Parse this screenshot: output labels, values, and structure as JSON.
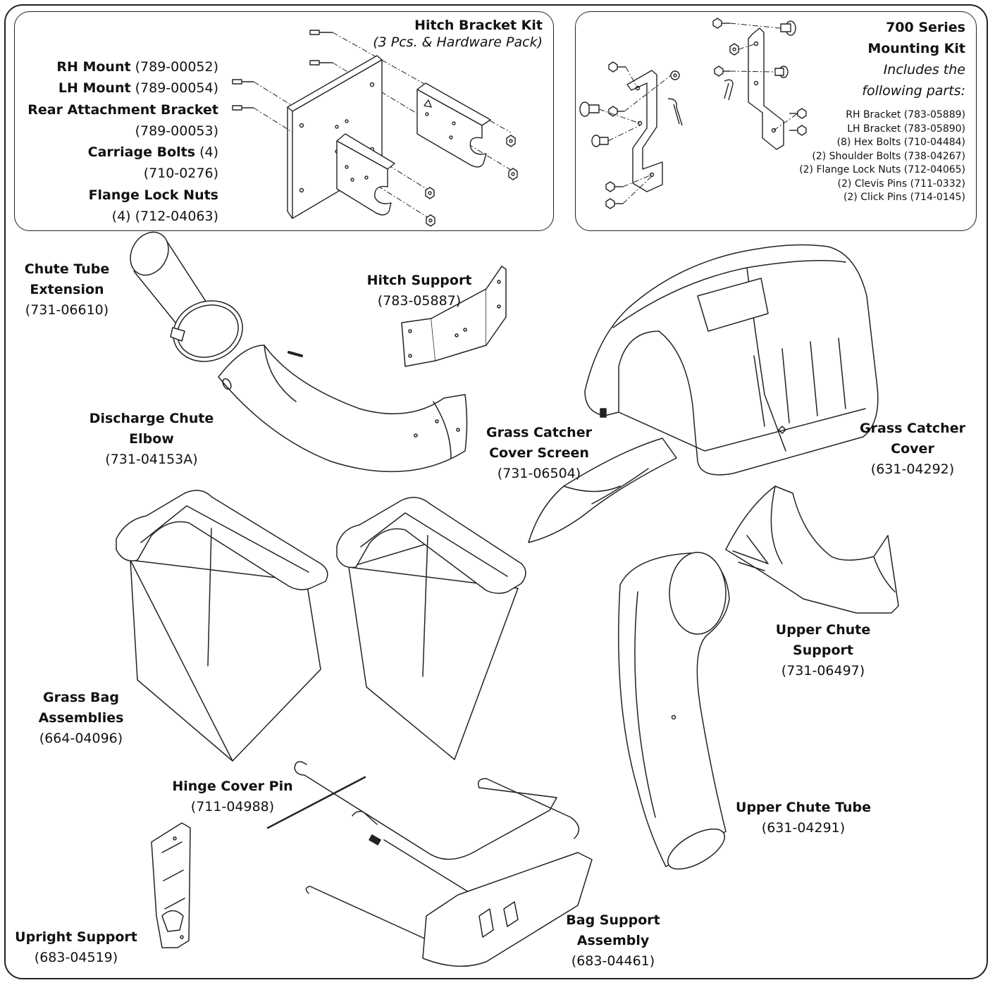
{
  "hitch_kit": {
    "title": "Hitch Bracket Kit",
    "subtitle": "(3 Pcs. & Hardware Pack)",
    "rh_mount_name": "RH Mount",
    "rh_mount_part": " (789-00052)",
    "lh_mount_name": "LH Mount",
    "lh_mount_part": " (789-00054)",
    "rear_bracket_name": "Rear Attachment Bracket",
    "rear_bracket_part": "(789-00053)",
    "carriage_bolts_name": "Carriage Bolts",
    "carriage_bolts_qty": " (4)",
    "carriage_bolts_part": "(710-0276)",
    "flange_nuts_name": "Flange Lock Nuts",
    "flange_nuts_part": "(4) (712-04063)"
  },
  "mounting_kit": {
    "title_line1": "700 Series",
    "title_line2": "Mounting Kit",
    "sub_line1": "Includes the",
    "sub_line2": "following parts:",
    "parts": [
      "RH Bracket (783-05889)",
      "LH Bracket (783-05890)",
      "(8) Hex Bolts (710-04484)",
      "(2) Shoulder Bolts (738-04267)",
      "(2) Flange Lock Nuts (712-04065)",
      "(2) Clevis Pins (711-0332)",
      "(2) Click Pins (714-0145)"
    ]
  },
  "parts": {
    "chute_ext": {
      "line1": "Chute Tube",
      "line2": "Extension",
      "part": "(731-06610)"
    },
    "hitch_support": {
      "line1": "Hitch Support",
      "part": "(783-05887)"
    },
    "discharge_elbow": {
      "line1": "Discharge Chute",
      "line2": "Elbow",
      "part": "(731-04153A)"
    },
    "cover_screen": {
      "line1": "Grass Catcher",
      "line2": "Cover Screen",
      "part": "(731-06504)"
    },
    "catcher_cover": {
      "line1": "Grass Catcher",
      "line2": "Cover",
      "part": "(631-04292)"
    },
    "upper_support": {
      "line1": "Upper Chute",
      "line2": "Support",
      "part": "(731-06497)"
    },
    "grass_bag": {
      "line1": "Grass Bag",
      "line2": "Assemblies",
      "part": "(664-04096)"
    },
    "hinge_pin": {
      "line1": "Hinge Cover Pin",
      "part": "(711-04988)"
    },
    "upper_tube": {
      "line1": "Upper Chute Tube",
      "part": "(631-04291)"
    },
    "upright_support": {
      "line1": "Upright Support",
      "part": "(683-04519)"
    },
    "bag_support": {
      "line1": "Bag Support",
      "line2": "Assembly",
      "part": "(683-04461)"
    }
  }
}
